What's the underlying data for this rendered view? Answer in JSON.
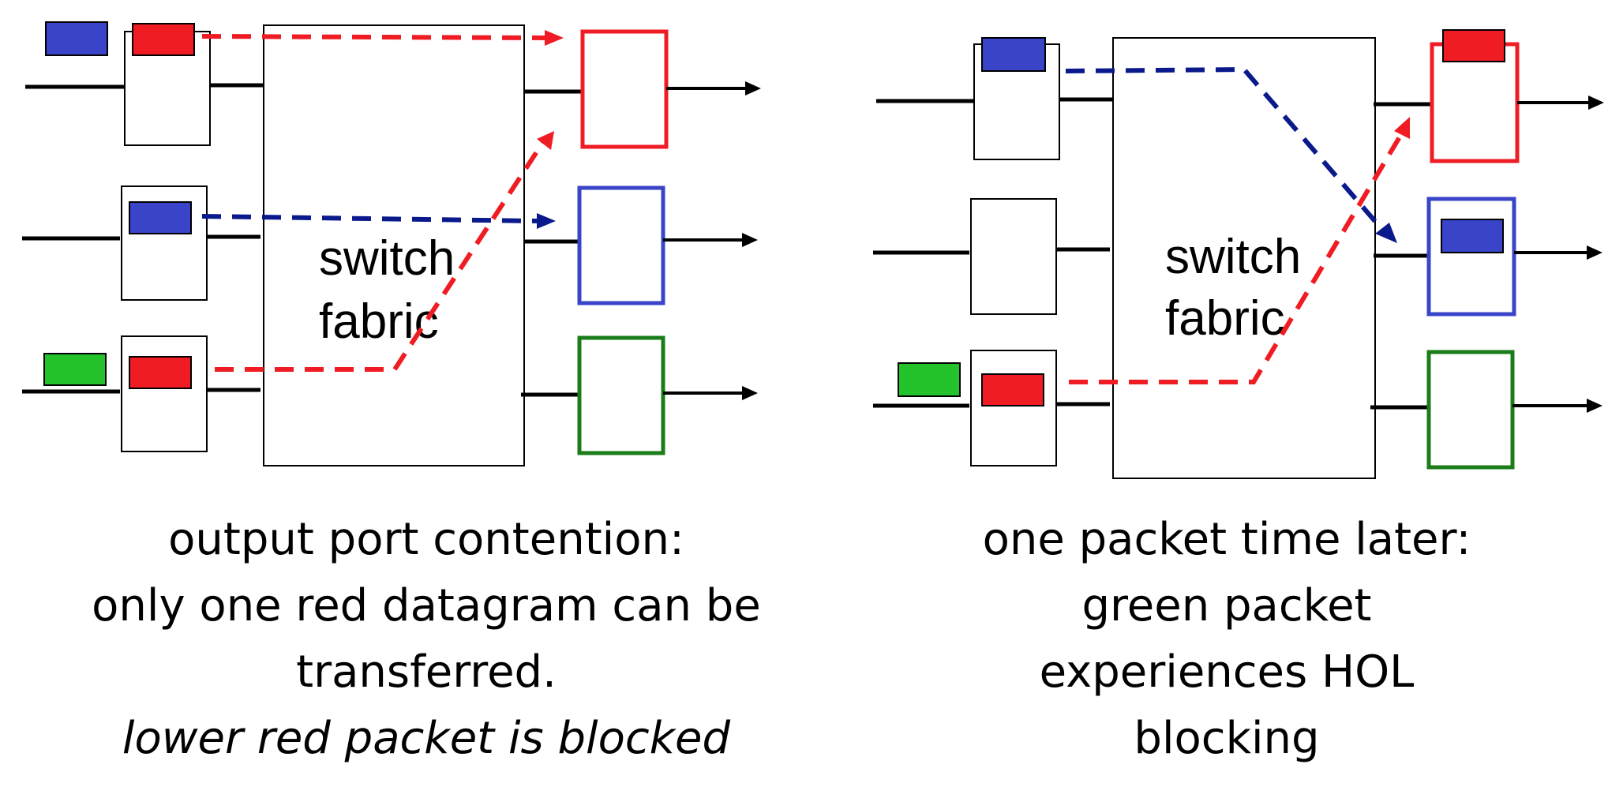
{
  "colors": {
    "red": "#f01c24",
    "blue": "#3a44c8",
    "green": "#24c32c",
    "dark_blue": "#0a1a8c",
    "dark_green": "#1a7d1a",
    "black": "#000000"
  },
  "left_panel": {
    "fabric_label_line1": "switch",
    "fabric_label_line2": "fabric",
    "caption_line1": "output port contention:",
    "caption_line2": "only one red datagram can be",
    "caption_line3": "transferred.",
    "caption_line4": "lower red packet is blocked"
  },
  "right_panel": {
    "fabric_label_line1": "switch",
    "fabric_label_line2": "fabric",
    "caption_line1": "one packet time later:",
    "caption_line2": "green packet",
    "caption_line3": "experiences HOL",
    "caption_line4": "blocking"
  }
}
